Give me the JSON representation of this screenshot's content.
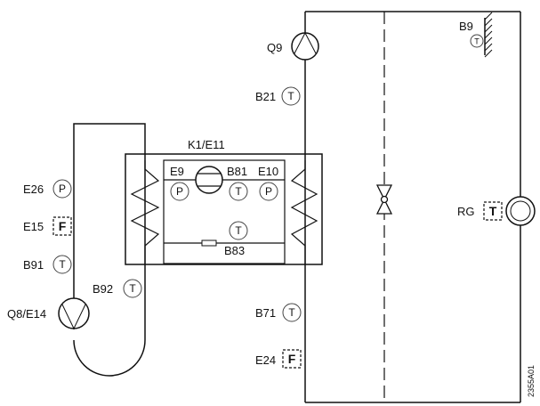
{
  "unit_label": "K1/E11",
  "figure_id": "2355A01",
  "labels": {
    "q9": "Q9",
    "b9": "B9",
    "b21": "B21",
    "e9": "E9",
    "b81": "B81",
    "e10": "E10",
    "e26": "E26",
    "e15": "E15",
    "b91": "B91",
    "q8": "Q8/E14",
    "b92": "B92",
    "b83": "B83",
    "b71": "B71",
    "e24": "E24",
    "rg": "RG"
  },
  "symbols": {
    "temperature": "T",
    "pressure": "P",
    "flow": "F"
  }
}
